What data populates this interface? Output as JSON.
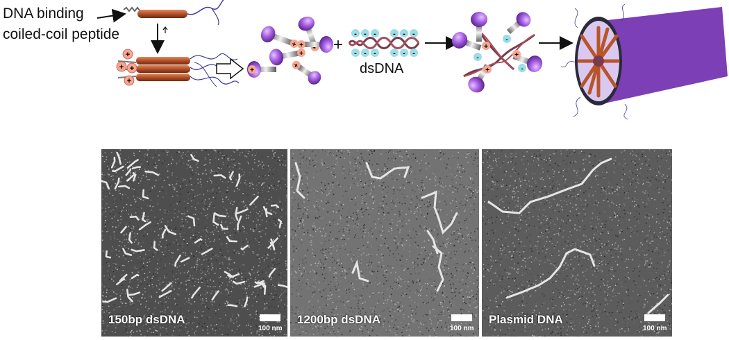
{
  "scheme": {
    "peptide_label_line1": "DNA binding",
    "peptide_label_line2": "coiled-coil peptide",
    "dsdna_label": "dsDNA",
    "plus_sign": "+",
    "charge_plus": "+",
    "charge_minus": "-"
  },
  "panels": [
    {
      "label": "150bp dsDNA",
      "scalebar": "100 nm"
    },
    {
      "label": "1200bp dsDNA",
      "scalebar": "100 nm"
    },
    {
      "label": "Plasmid DNA",
      "scalebar": "100 nm"
    }
  ],
  "colors": {
    "peptide_orange": "#b9542a",
    "head_purple": "#a55ee0",
    "charge_plus_fill": "#f4a790",
    "charge_minus_fill": "#9fdde6",
    "dna_strand": "#7a3b4a",
    "em_background": "#5a5a5a"
  }
}
